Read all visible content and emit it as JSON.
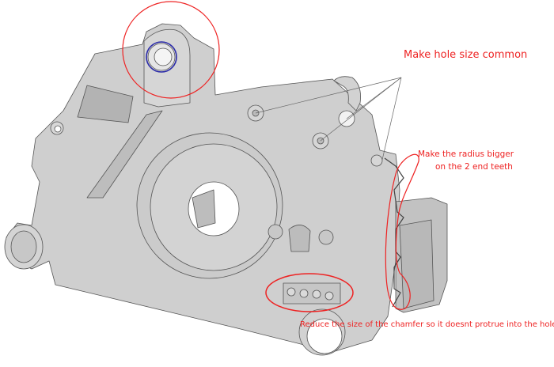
{
  "image": {
    "type": "CAD model markup",
    "subject": "housing part (grey shaded 3D model)",
    "colors": {
      "background": "#ffffff",
      "part_fill": "#cfcfcf",
      "part_shade": "#b5b5b5",
      "edge": "#555555",
      "markup_red": "#ee2222",
      "highlight_blue": "#2a2aa8",
      "leader_line": "#666666"
    }
  },
  "annotations": {
    "hole_size": {
      "text": "Make hole size common",
      "leader_targets": 4
    },
    "radius": {
      "line1": "Make the radius bigger",
      "line2": "on the 2 end teeth"
    },
    "chamfer": {
      "text": "Reduce the size of the chamfer so it doesnt protrue into the holes"
    }
  },
  "markup_shapes": [
    {
      "name": "top-boss-circle",
      "kind": "red circle"
    },
    {
      "name": "top-boss-highlight",
      "kind": "blue circle"
    },
    {
      "name": "teeth-loop",
      "kind": "red freehand loop"
    },
    {
      "name": "chamfer-ellipse",
      "kind": "red ellipse"
    },
    {
      "name": "hole-leaders",
      "kind": "grey leader lines"
    }
  ]
}
